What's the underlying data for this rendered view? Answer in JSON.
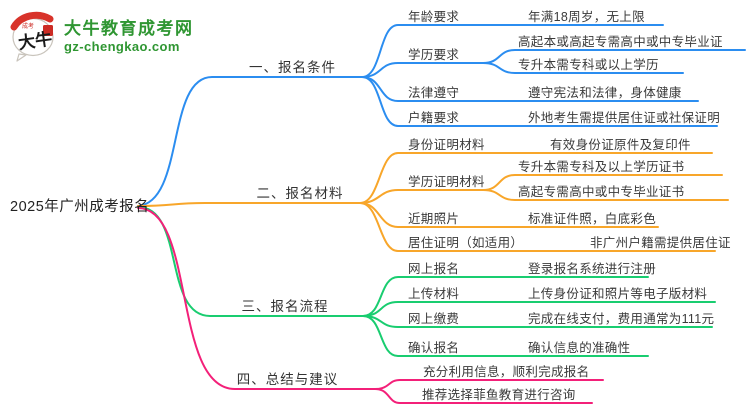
{
  "brand": {
    "name": "大牛教育成考网",
    "domain": "gz-chengkao.com",
    "badge_text": "大牛",
    "brand_color": "#2f9632"
  },
  "root": "2025年广州成考报名",
  "colors": {
    "branch1": "#2b8df0",
    "branch2": "#f8a62a",
    "branch3": "#19cd70",
    "branch4": "#f32079"
  },
  "branches": [
    {
      "title": "一、报名条件",
      "color": "#2b8df0",
      "children": [
        {
          "label": "年龄要求",
          "desc": "年满18周岁，无上限"
        },
        {
          "label": "学历要求",
          "subs": [
            "高起本或高起专需高中或中专毕业证",
            "专升本需专科或以上学历"
          ]
        },
        {
          "label": "法律遵守",
          "desc": "遵守宪法和法律，身体健康"
        },
        {
          "label": "户籍要求",
          "desc": "外地考生需提供居住证或社保证明"
        }
      ]
    },
    {
      "title": "二、报名材料",
      "color": "#f8a62a",
      "children": [
        {
          "label": "身份证明材料",
          "desc": "有效身份证原件及复印件"
        },
        {
          "label": "学历证明材料",
          "subs": [
            "专升本需专科及以上学历证书",
            "高起专需高中或中专毕业证书"
          ]
        },
        {
          "label": "近期照片",
          "desc": "标准证件照，白底彩色"
        },
        {
          "label": "居住证明（如适用）",
          "desc": "非广州户籍需提供居住证"
        }
      ]
    },
    {
      "title": "三、报名流程",
      "color": "#19cd70",
      "children": [
        {
          "label": "网上报名",
          "desc": "登录报名系统进行注册"
        },
        {
          "label": "上传材料",
          "desc": "上传身份证和照片等电子版材料"
        },
        {
          "label": "网上缴费",
          "desc": "完成在线支付，费用通常为111元"
        },
        {
          "label": "确认报名",
          "desc": "确认信息的准确性"
        }
      ]
    },
    {
      "title": "四、总结与建议",
      "color": "#f32079",
      "children": [
        {
          "label": "充分利用信息，顺利完成报名"
        },
        {
          "label": "推荐选择菲鱼教育进行咨询"
        }
      ]
    }
  ]
}
